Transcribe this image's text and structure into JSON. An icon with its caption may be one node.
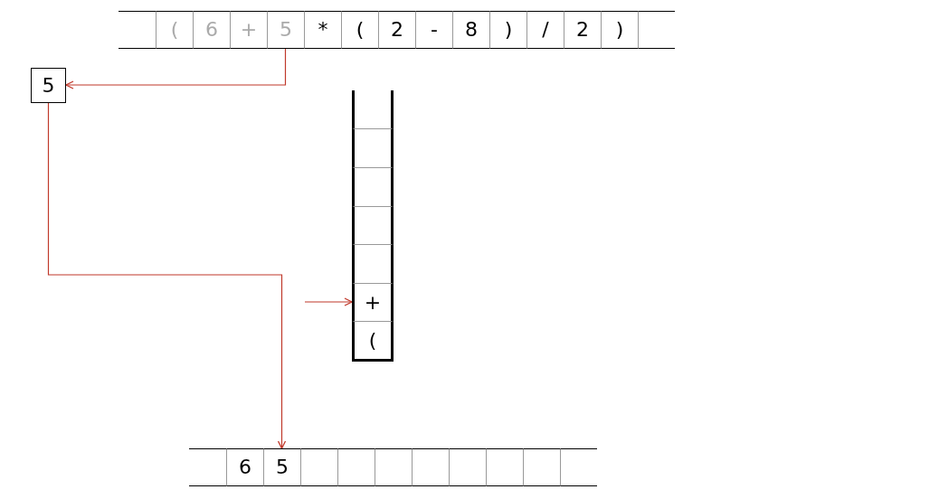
{
  "diagram": {
    "nodes": [
      {
        "text": [],
        "shape": "box"
      },
      {
        "text": [
          "("
        ]
      },
      {
        "text": [
          "6"
        ]
      },
      {
        "text": [
          "+"
        ]
      },
      {
        "text": [
          "5"
        ]
      },
      {
        "text": [
          "*"
        ]
      },
      {
        "text": [
          "("
        ]
      },
      {
        "text": [
          "2"
        ]
      },
      {
        "text": [
          "-"
        ]
      },
      {
        "text": [
          "8"
        ]
      },
      {
        "text": [
          ")"
        ]
      },
      {
        "text": [
          "/"
        ]
      },
      {
        "text": [
          "2"
        ]
      },
      {
        "text": [
          ")"
        ]
      },
      {
        "text": [],
        "shape": "box"
      },
      {
        "text": [
          "5"
        ]
      },
      {
        "text": [],
        "shape": "box"
      },
      {
        "text": [],
        "shape": "box"
      },
      {
        "text": [],
        "shape": "box"
      },
      {
        "text": [],
        "shape": "box"
      },
      {
        "text": [],
        "shape": "box"
      },
      {
        "text": [
          "+"
        ]
      },
      {
        "text": [
          "("
        ]
      },
      {
        "text": [],
        "shape": "box"
      },
      {
        "text": [
          "6"
        ]
      },
      {
        "text": [
          "5"
        ]
      },
      {
        "text": [],
        "shape": "box"
      },
      {
        "text": [],
        "shape": "box"
      },
      {
        "text": [],
        "shape": "box"
      },
      {
        "text": [],
        "shape": "box"
      },
      {
        "text": [],
        "shape": "box"
      },
      {
        "text": [],
        "shape": "box"
      },
      {
        "text": [],
        "shape": "box"
      },
      {
        "text": [],
        "shape": "box"
      }
    ],
    "edges": [
      {
        "from": 4,
        "to": 15,
        "arrow": "to",
        "color": "#c0392b"
      },
      {
        "from": 15,
        "to": 25,
        "arrow": "to",
        "color": "#c0392b"
      },
      {
        "from": null,
        "to": 21,
        "arrow": "to",
        "color": "#c0392b"
      }
    ]
  }
}
